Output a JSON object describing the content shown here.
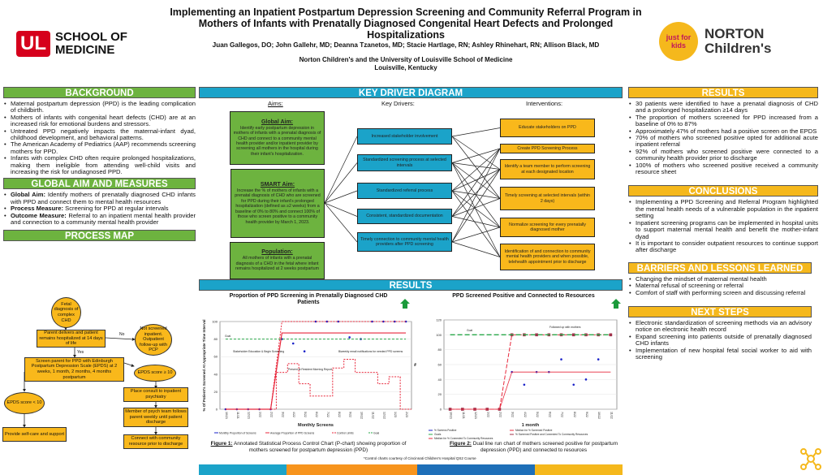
{
  "header": {
    "title": "Implementing an Inpatient Postpartum Depression Screening and Community Referral Program in Mothers of Infants with Prenatally Diagnosed Congenital Heart Defects and Prolonged Hospitalizations",
    "authors": "Juan Gallegos, DO; John Gallehr, MD; Deanna Tzanetos, MD; Stacie Hartlage, RN; Ashley Rhinehart, RN; Allison Black, MD",
    "affiliation": "Norton Children's and the University of Louisville School of Medicine",
    "location": "Louisville, Kentucky",
    "logo_left": {
      "mark": "UL",
      "text": "SCHOOL OF MEDICINE"
    },
    "logo_right": {
      "mark": "just for kids",
      "text": "NORTON Children's"
    }
  },
  "colors": {
    "green": "#6db33f",
    "blue": "#1ba3c9",
    "gold": "#f5b81c"
  },
  "background": {
    "heading": "BACKGROUND",
    "items": [
      "Maternal postpartum depression (PPD) is the leading complication of childbirth.",
      "Mothers of infants with congenital heart defects (CHD) are at an increased risk for emotional burdens and stressors.",
      "Untreated PPD negatively impacts the maternal-infant dyad, childhood development, and behavioral patterns.",
      "The American Academy of Pediatrics (AAP) recommends screening mothers for PPD.",
      "Infants with complex CHD often require prolonged hospitalizations, making them ineligible from attending well-child visits and increasing the risk for undiagnosed PPD."
    ]
  },
  "global_aim": {
    "heading": "GLOBAL AIM AND MEASURES",
    "items": [
      {
        "label": "Global Aim:",
        "text": " Identify mothers of prenatally diagnosed CHD infants with PPD and connect them to mental health resources"
      },
      {
        "label": "Process Measure:",
        "text": " Screening for PPD at regular intervals"
      },
      {
        "label": "Outcome Measure:",
        "text": " Referral to an inpatient mental health provider and connection to a community mental health provider"
      }
    ]
  },
  "process_map": {
    "heading": "PROCESS MAP",
    "nodes": {
      "fetal": "Fetal diagnosis of complex CHD",
      "delivers": "Parent delivers and patient remains hospitalized at 14 days of life",
      "not_screened": "Not screened inpatient. Outpatient follow-up with PCP",
      "screen": "Screen parent for PPD with Edinburgh Postpartum Depression Scale (EPDS) at 2 weeks, 1 month, 2 months, 4 months postpartum",
      "epds_high": "EPDS score ≥ 10",
      "epds_low": "EPDS score < 10",
      "consult": "Place consult to inpatient psychiatry",
      "psych": "Member of psych team follows parent weekly until patient discharge",
      "connect": "Connect with community resource prior to discharge",
      "selfcare": "Provide self-care and support"
    },
    "no": "No",
    "yes": "Yes"
  },
  "key_driver": {
    "heading": "KEY DRIVER DIAGRAM",
    "col_aims": "Aims:",
    "col_drivers": "Key Drivers:",
    "col_interventions": "Interventions:",
    "aims": [
      {
        "title": "Global Aim:",
        "text": "Identify early postpartum depression in mothers of infants with a prenatal diagnosis of CHD and connect to a community mental health provider and/or inpatient provider by screening all mothers in the hospital during their infant's hospitalization."
      },
      {
        "title": "SMART Aim:",
        "text": "Increase the % of mothers of infants with a prenatal diagnosis of CHD who are screened for PPD during their infant's prolonged hospitalization (defined as ≥2 weeks) from a baseline of 0% to 80% and connect 100% of those who screen positive to a community health provider by March 1, 2023."
      },
      {
        "title": "Population:",
        "text": "All mothers of infants with a prenatal diagnosis of a CHD in the fetal where infant remains hospitalized at 2 weeks postpartum"
      }
    ],
    "drivers": [
      "Increased stakeholder involvement",
      "Standardized screening process at selected intervals",
      "Standardized referral process",
      "Consistent, standardized documentation",
      "Timely connection to community mental health providers after PPD screening"
    ],
    "interventions": [
      "Educate stakeholders on PPD",
      "Create PPD Screening Process",
      "Identify a team member to perform screening at each designated location",
      "Timely screening at selected intervals (within 2 days)",
      "Normalize screening for every prenatally diagnosed mother",
      "Identification of and connection to community mental health providers and when possible, telehealth appointment prior to discharge"
    ],
    "links": [
      [
        0,
        0
      ],
      [
        0,
        2
      ],
      [
        0,
        3
      ],
      [
        1,
        1
      ],
      [
        1,
        2
      ],
      [
        1,
        3
      ],
      [
        1,
        4
      ],
      [
        1,
        5
      ],
      [
        2,
        1
      ],
      [
        2,
        2
      ],
      [
        2,
        3
      ],
      [
        2,
        4
      ],
      [
        2,
        5
      ],
      [
        3,
        1
      ],
      [
        3,
        2
      ],
      [
        3,
        3
      ],
      [
        3,
        4
      ],
      [
        4,
        1
      ],
      [
        4,
        2
      ],
      [
        4,
        4
      ],
      [
        4,
        5
      ]
    ]
  },
  "results_section": {
    "heading": "RESULTS",
    "fig1_label": "Figure 1:",
    "fig1_caption": " Annotated Statistical Process Control Chart (P-chart) showing proportion of mothers screened for postpartum depression (PPD)",
    "fig2_label": "Figure 2:",
    "fig2_caption": " Dual line run chart of mothers screened positive for postpartum depression (PPD) and connected to resources",
    "footnote": "*Control charts courtesy of Cincinnati Children's Hospital QS2 Course"
  },
  "chart_data": [
    {
      "type": "line",
      "title": "Proportion of PPD Screening in Prenatally Diagnosed CHD Patients",
      "xlabel": "Monthly Screens",
      "ylabel": "% Of Patient's Screened At Appropriate Time Interval",
      "ylim": [
        0,
        100
      ],
      "yticks": [
        0,
        20,
        40,
        60,
        80,
        100
      ],
      "categories": [
        "10/21",
        "11/21",
        "12/21",
        "1/22",
        "2/22",
        "3/22",
        "4/22",
        "5/22",
        "6/22",
        "7/22",
        "8/22",
        "9/22",
        "10/22",
        "11/22",
        "12/22",
        "1/23",
        "2/23"
      ],
      "series": [
        {
          "name": "Monthly Proportion of Screens",
          "values": [
            0,
            0,
            0,
            0,
            0,
            80,
            75,
            66,
            100,
            100,
            100,
            82,
            80,
            100,
            100,
            100,
            100
          ]
        },
        {
          "name": "Average Proportion of PPD Screens",
          "values": [
            0,
            0,
            0,
            0,
            0,
            87,
            87,
            87,
            87,
            87,
            87,
            87,
            87,
            87,
            87,
            87,
            87
          ]
        },
        {
          "name": "Control Limits (upper)",
          "values": [
            0,
            0,
            0,
            0,
            0,
            100,
            100,
            100,
            100,
            100,
            100,
            100,
            100,
            100,
            100,
            100,
            100
          ]
        },
        {
          "name": "Control Limits (lower)",
          "values": [
            0,
            0,
            0,
            0,
            0,
            42,
            52,
            29,
            15,
            15,
            47,
            57,
            42,
            42,
            29,
            37,
            0
          ]
        },
        {
          "name": "Goal",
          "values": [
            80,
            80,
            80,
            80,
            80,
            80,
            80,
            80,
            80,
            80,
            80,
            80,
            80,
            80,
            80,
            80,
            80
          ]
        }
      ],
      "annotations": [
        "Goal",
        "Stakeholder Education & Begin Screening",
        "Present at Resident Morning Report",
        "Biweekly email notifications for needed PPD screens"
      ],
      "legend": [
        "Monthly Proportion of Screens",
        "Average Proportion of PPD Screens",
        "Control Limits",
        "Goal"
      ]
    },
    {
      "type": "line",
      "title": "PPD Screened Positive and Connected to Resources",
      "xlabel": "1 month",
      "ylabel": "%",
      "ylim": [
        0,
        120
      ],
      "yticks": [
        0,
        20,
        40,
        60,
        80,
        100,
        120
      ],
      "categories": [
        "10/21",
        "11/21",
        "12/21",
        "1/22",
        "2/22",
        "3/22",
        "4/22",
        "5/22",
        "6/22",
        "7/22",
        "8/22",
        "9/22",
        "10/22",
        "11/22"
      ],
      "series": [
        {
          "name": "% Screens Positive",
          "values": [
            0,
            0,
            0,
            0,
            0,
            50,
            33,
            50,
            50,
            67,
            33,
            40,
            67,
            null
          ]
        },
        {
          "name": "% Screened Positive and Connected To Community Resources",
          "values": [
            0,
            0,
            0,
            0,
            0,
            100,
            100,
            100,
            100,
            100,
            100,
            100,
            100,
            100
          ]
        },
        {
          "name": "Median for % Screened Positive",
          "values": [
            0,
            0,
            0,
            0,
            0,
            50,
            50,
            50,
            50,
            50,
            50,
            50,
            50,
            50
          ]
        },
        {
          "name": "Goals",
          "values": [
            100,
            100,
            100,
            100,
            100,
            100,
            100,
            100,
            100,
            100,
            100,
            100,
            100,
            100
          ]
        }
      ],
      "annotations": [
        "Goal",
        "Followed up with mothers"
      ],
      "legend": [
        "% Screens Positive",
        "Median for % Screened Positive",
        "Goals",
        "% Screened Positive and Connected To Community Resources",
        "Median for % Connected To Community Resources"
      ]
    }
  ],
  "results": {
    "heading": "RESULTS",
    "items": [
      "30 patients were identified to have a prenatal diagnosis of CHD and a prolonged hospitalization ≥14 days",
      "The proportion of mothers screened for PPD increased from a baseline of 0% to 87%",
      "Approximately 47% of mothers had a positive screen on the EPDS",
      "70% of mothers who screened positive opted for additional acute inpatient referral",
      "92% of mothers who screened positive were connected to a community health provider prior to discharge",
      "100% of mothers who screened positive received a community resource sheet"
    ]
  },
  "conclusions": {
    "heading": "CONCLUSIONS",
    "items": [
      "Implementing a PPD Screening and Referral Program highlighted the mental health needs of a vulnerable population in the inpatient setting",
      "Inpatient screening programs can be implemented in hospital units to support maternal mental health and benefit the mother-infant dyad",
      "It is important to consider outpatient resources to continue support after discharge"
    ]
  },
  "barriers": {
    "heading": "BARRIERS AND LESSONS LEARNED",
    "items": [
      "Changing the mindset of maternal mental health",
      "Maternal refusal of screening or referral",
      "Comfort of staff with performing screen and discussing referral"
    ]
  },
  "next_steps": {
    "heading": "NEXT STEPS",
    "items": [
      "Electronic standardization of screening methods via an advisory notice on electronic health record",
      "Expand screening into patients outside of prenatally diagnosed CHD infants",
      "Implementation of new hospital fetal social worker to aid with screening"
    ]
  }
}
